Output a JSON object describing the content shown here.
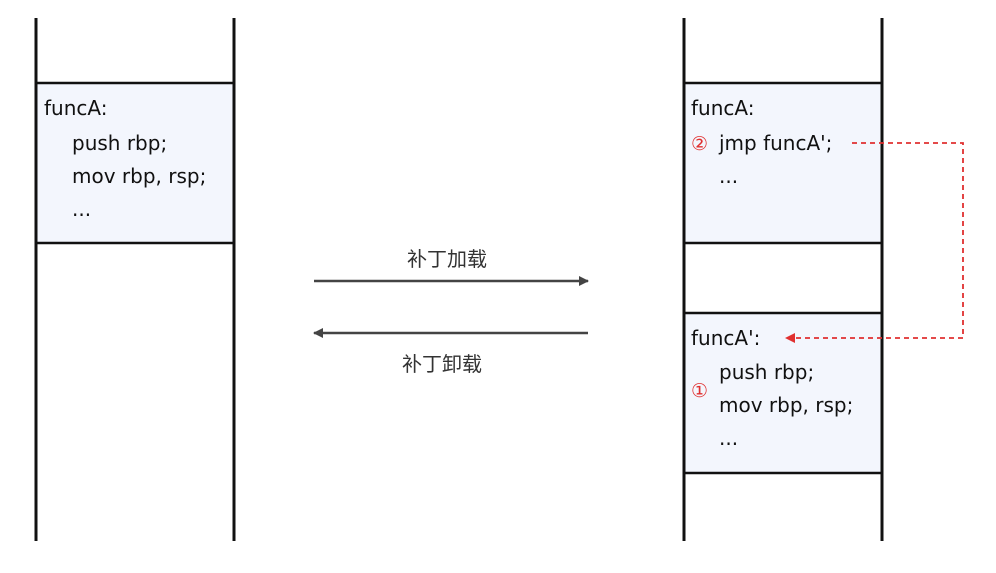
{
  "colors": {
    "box_fill": "#f3f6fd",
    "stroke": "#111111",
    "arrow": "#444444",
    "accent_red": "#e03030"
  },
  "left_stack": {
    "block": {
      "label": "funcA:",
      "lines": [
        "push rbp;",
        "mov rbp, rsp;",
        "..."
      ]
    }
  },
  "right_stack": {
    "original_block": {
      "label": "funcA:",
      "marker": "②",
      "jump_line": "jmp funcA';",
      "ellipsis": "..."
    },
    "patch_block": {
      "label": "funcA':",
      "marker": "①",
      "lines": [
        "push rbp;",
        "mov rbp, rsp;",
        "..."
      ]
    }
  },
  "arrows": {
    "load_label": "补丁加载",
    "unload_label": "补丁卸载"
  }
}
